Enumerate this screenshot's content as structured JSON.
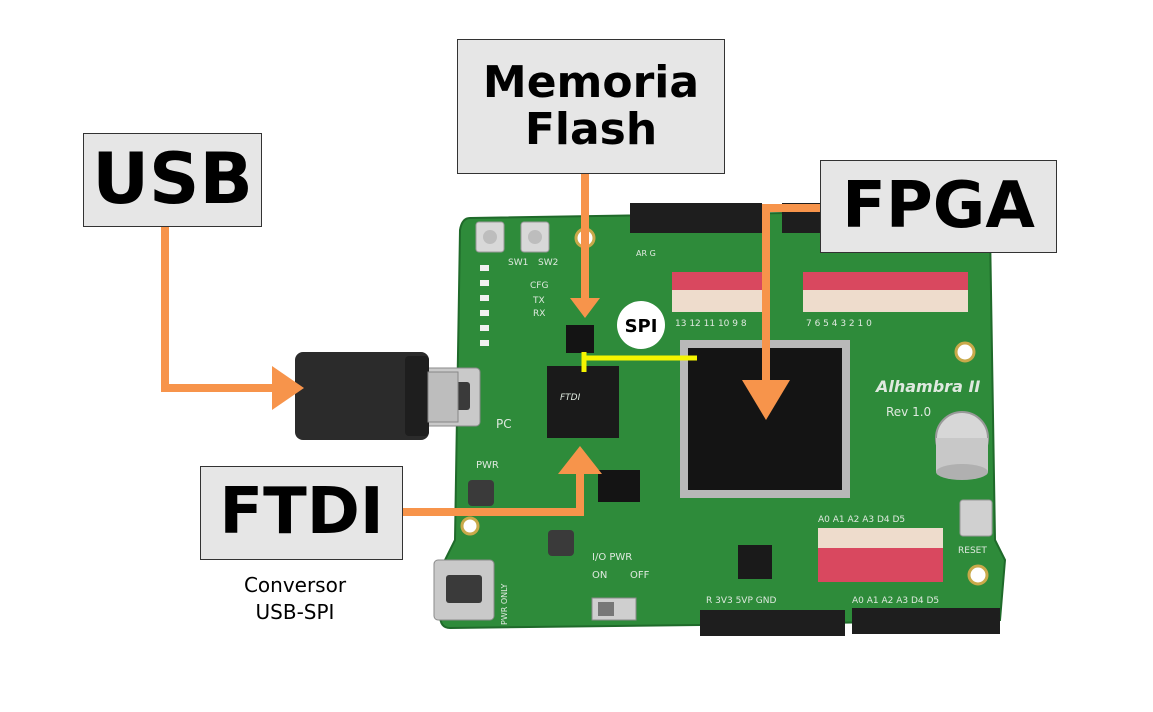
{
  "callouts": {
    "usb": "USB",
    "flash_line1": "Memoria",
    "flash_line2": "Flash",
    "fpga": "FPGA",
    "ftdi": "FTDI",
    "ftdi_caption_line1": "Conversor",
    "ftdi_caption_line2": "USB-SPI",
    "spi": "SPI"
  },
  "board": {
    "name": "Alhambra II",
    "revision": "Rev 1.0",
    "sw1": "SW1",
    "sw2": "SW2",
    "cfg": "CFG",
    "tx": "TX",
    "rx": "RX",
    "pc": "PC",
    "pwr": "PWR",
    "io_pwr": "I/O PWR",
    "on": "ON",
    "off": "OFF",
    "reset": "RESET",
    "ftdi_chip": "FTDI",
    "power_rail": "R  3V3 5VP  GND",
    "analog_top": "A0 A1 A2 A3 D4 D5",
    "analog_bottom": "A0  A1  A2  A3  D4  D5",
    "pins_left": "13 12 11 10 9 8",
    "pins_right": "7 6 5 4 3 2 1 0",
    "ar_g": "AR  G",
    "pwr_only": "PWR ONLY"
  },
  "colors": {
    "board_green": "#2e8b3a",
    "arrow_orange": "#f7944b",
    "spi_link_yellow": "#f5f500",
    "callout_bg": "#e6e6e6"
  }
}
